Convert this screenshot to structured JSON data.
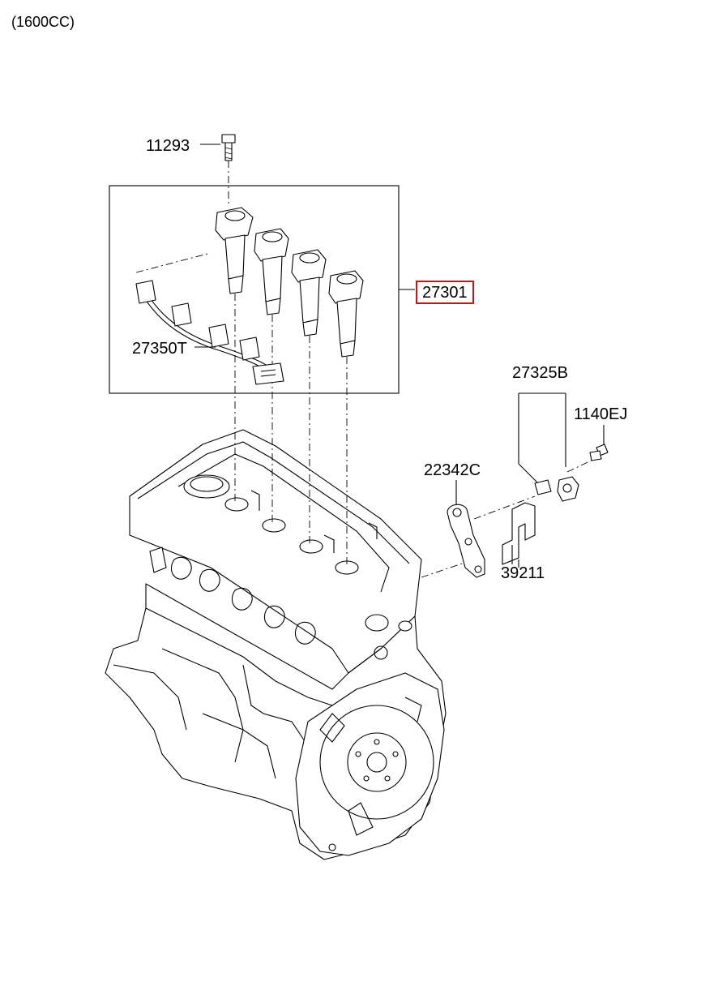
{
  "title": "(1600CC)",
  "labels": {
    "bolt": "11293",
    "coil_assembly": "27301",
    "wiring_harness": "27350T",
    "cam_sensor": "27325B",
    "sensor_bolt": "1140EJ",
    "bracket_a": "22342C",
    "bracket_b": "39211"
  },
  "highlight_color": "#d11111"
}
